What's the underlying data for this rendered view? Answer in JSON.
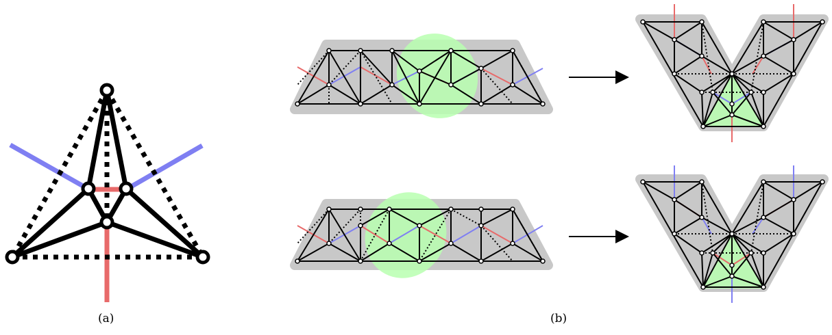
{
  "captions": {
    "a": "(a)",
    "b": "(b)"
  },
  "colors": {
    "shaded_region": "#c8c8c8",
    "highlight": "#b8ffb0",
    "red_edge": "#e86a6a",
    "blue_edge": "#7f7ff2",
    "line": "#000000",
    "vertex_fill": "#ffffff"
  },
  "panels": [
    "panel-a-gadget",
    "panel-b-top-row",
    "panel-b-bottom-row"
  ]
}
